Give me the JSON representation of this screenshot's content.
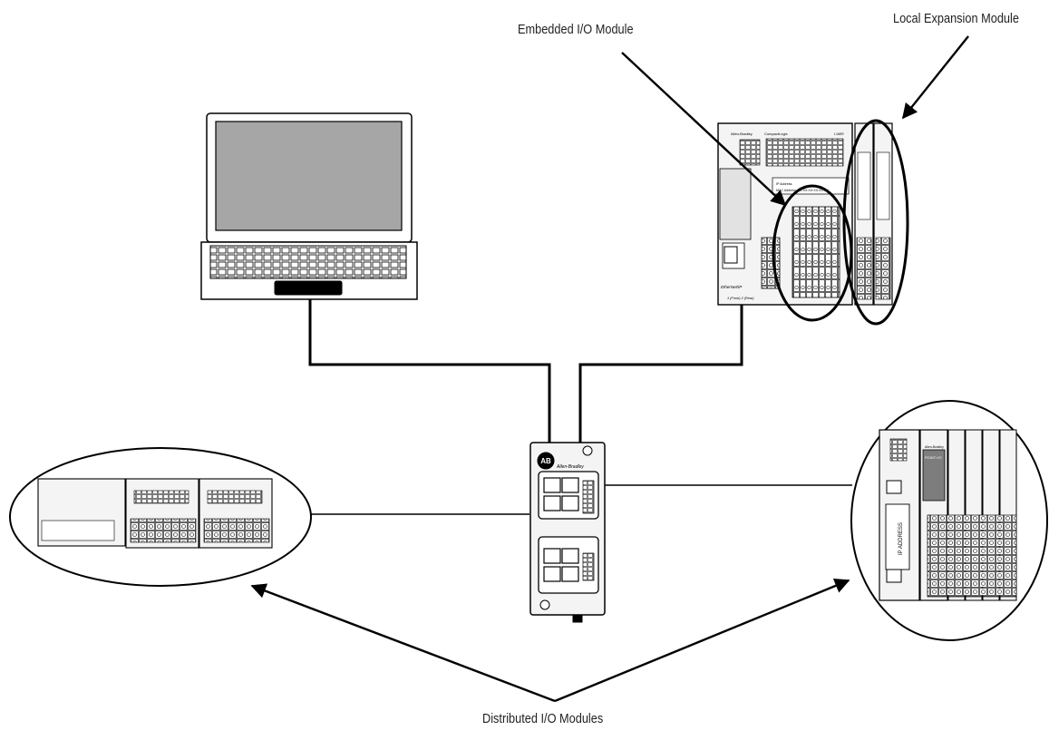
{
  "labels": {
    "embedded": "Embedded I/O Module",
    "local_expansion": "Local Expansion Module",
    "distributed": "Distributed I/O Modules"
  },
  "device_text": {
    "switch_brand": "Allen-Bradley",
    "switch_logo": "AB",
    "controller_brand": "Allen-Bradley",
    "controller_family": "CompactLogix",
    "controller_model": "L16ER",
    "ip_label": "IP Address:",
    "mac_label": "MAC Address: XX:XX:XX:XX:XX:XX",
    "ethernet_ip": "EtherNet/IP",
    "ports": "1 (Front) 2 (Rear)",
    "point_io_vertical": "IP ADDRESS",
    "point_io_brand": "Allen-Bradley",
    "point_io_model": "POINT I/O"
  },
  "colors": {
    "line": "#000000",
    "device_fill": "#f4f4f4",
    "screen_fill": "#a6a6a6",
    "dark_panel": "#7d7d7d"
  }
}
